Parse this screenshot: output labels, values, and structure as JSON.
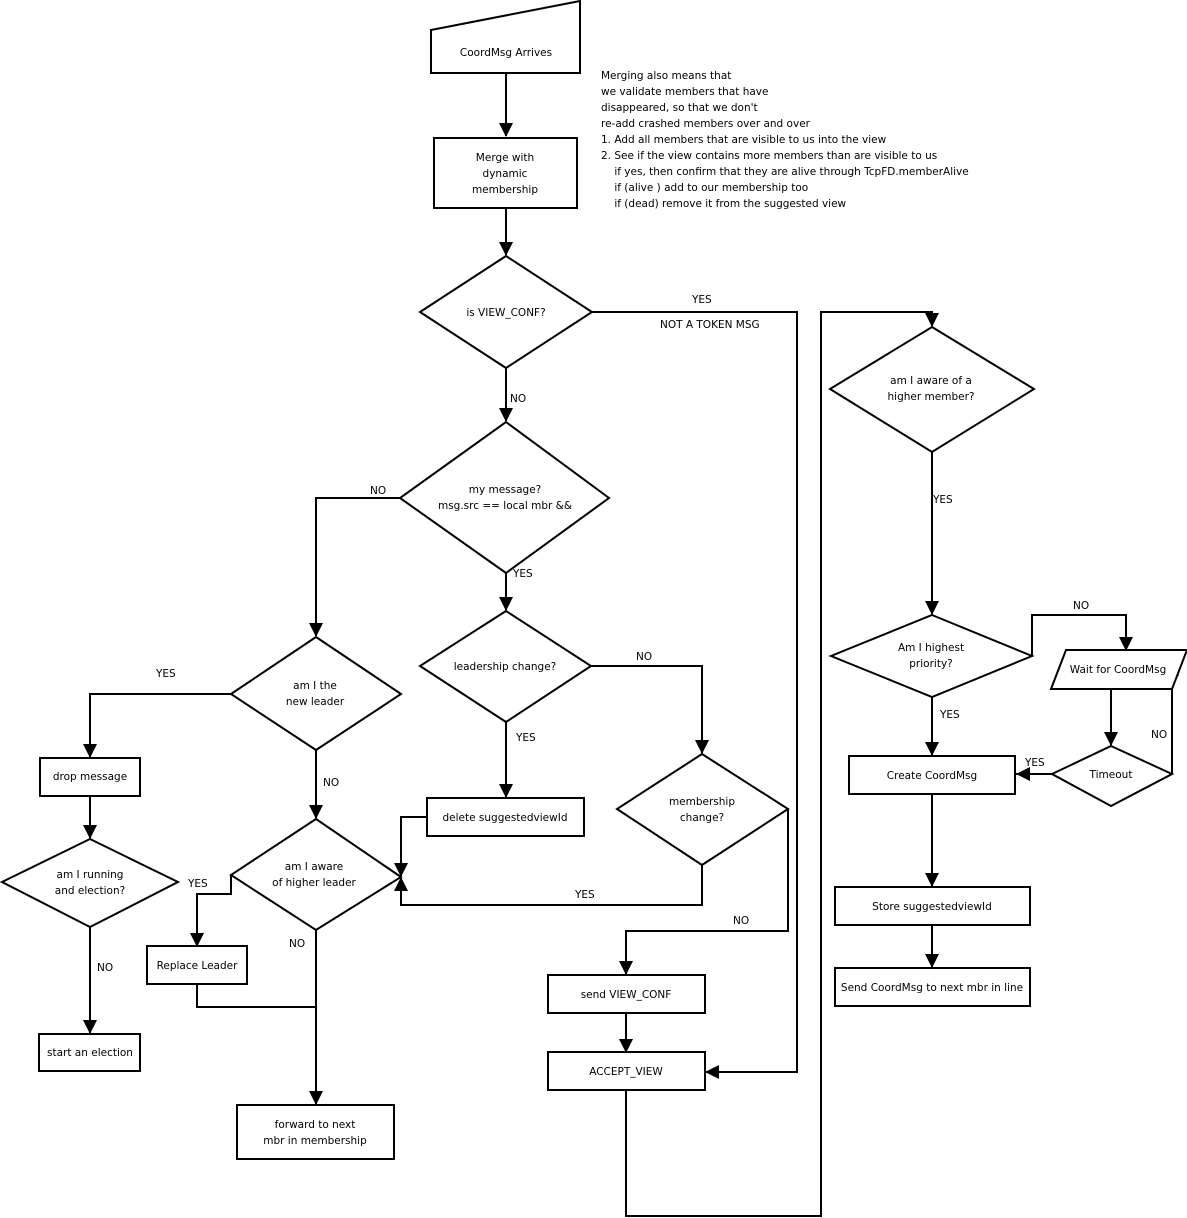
{
  "nodes": {
    "start": {
      "lines": [
        "CoordMsg Arrives"
      ]
    },
    "merge": {
      "lines": [
        "Merge with",
        "dynamic",
        "membership"
      ]
    },
    "is_view_conf": {
      "lines": [
        "is VIEW_CONF?"
      ]
    },
    "my_message": {
      "lines": [
        "my message?",
        "msg.src == local mbr &&"
      ]
    },
    "am_i_new_leader": {
      "lines": [
        "am I the",
        "new leader"
      ]
    },
    "drop_message": {
      "lines": [
        "drop message"
      ]
    },
    "am_i_running_election": {
      "lines": [
        "am I running",
        "and election?"
      ]
    },
    "start_election": {
      "lines": [
        "start an election"
      ]
    },
    "aware_higher_leader": {
      "lines": [
        "am I aware",
        "of higher leader"
      ]
    },
    "replace_leader": {
      "lines": [
        "Replace Leader"
      ]
    },
    "forward_next": {
      "lines": [
        "forward to next",
        "mbr in membership"
      ]
    },
    "leadership_change": {
      "lines": [
        "leadership change?"
      ]
    },
    "delete_suggested": {
      "lines": [
        "delete suggestedviewId"
      ]
    },
    "membership_change": {
      "lines": [
        "membership",
        "change?"
      ]
    },
    "send_view_conf": {
      "lines": [
        "send VIEW_CONF"
      ]
    },
    "accept_view": {
      "lines": [
        "ACCEPT_VIEW"
      ]
    },
    "aware_higher_member": {
      "lines": [
        "am I aware of a",
        "higher member?"
      ]
    },
    "highest_priority": {
      "lines": [
        "Am I highest",
        "priority?"
      ]
    },
    "wait_coordmsg": {
      "lines": [
        "Wait for CoordMsg"
      ]
    },
    "timeout": {
      "lines": [
        "Timeout"
      ]
    },
    "create_coordmsg": {
      "lines": [
        "Create CoordMsg"
      ]
    },
    "store_suggested": {
      "lines": [
        "Store suggestedviewId"
      ]
    },
    "send_coordmsg": {
      "lines": [
        "Send CoordMsg to next mbr in line"
      ]
    }
  },
  "edge_labels": {
    "view_conf_yes": "YES",
    "view_conf_not_token": "NOT A TOKEN MSG",
    "view_conf_no": "NO",
    "my_message_no": "NO",
    "my_message_yes": "YES",
    "new_leader_yes": "YES",
    "new_leader_no": "NO",
    "running_election_no": "NO",
    "higher_leader_yes": "YES",
    "higher_leader_no": "NO",
    "leadership_no": "NO",
    "leadership_yes": "YES",
    "membership_yes": "YES",
    "membership_no": "NO",
    "higher_member_yes": "YES",
    "highest_priority_no": "NO",
    "highest_priority_yes": "YES",
    "timeout_yes": "YES",
    "timeout_no": "NO"
  },
  "note": {
    "lines": [
      "Merging also means that",
      "we validate members that have",
      "disappeared, so that we don't",
      "re-add crashed members over and over",
      "1. Add all members that are visible to us into the view",
      "2. See if the view contains more members than are visible to us",
      "    if yes, then confirm that they are alive through TcpFD.memberAlive",
      "    if (alive ) add to our membership too",
      "    if (dead) remove it from the suggested view"
    ]
  }
}
